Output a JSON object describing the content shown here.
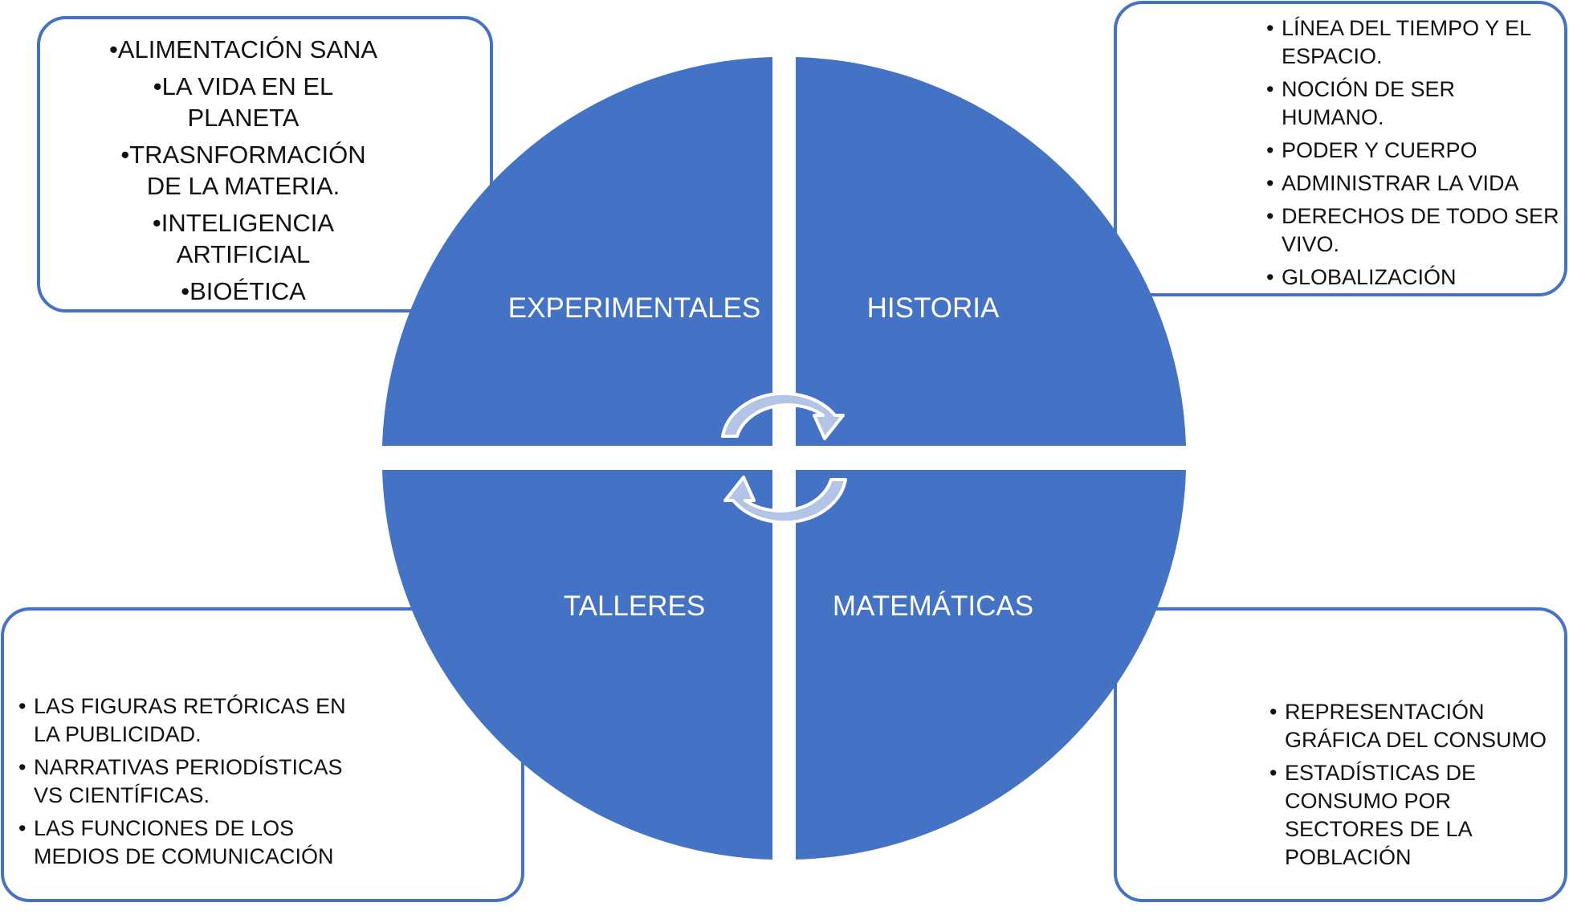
{
  "colors": {
    "quadrant_fill": "#4472c4",
    "box_border": "#4472c4",
    "arrow_fill": "#b4c4e6"
  },
  "quadrants": {
    "top_left": "EXPERIMENTALES",
    "top_right": "HISTORIA",
    "bottom_left": "TALLERES",
    "bottom_right": "MATEMÁTICAS"
  },
  "boxes": {
    "top_left": {
      "items": [
        "ALIMENTACIÓN SANA",
        "LA VIDA EN EL PLANETA",
        "TRASNFORMACIÓN DE LA MATERIA.",
        "INTELIGENCIA ARTIFICIAL",
        "BIOÉTICA"
      ]
    },
    "top_right": {
      "items": [
        "LÍNEA DEL TIEMPO Y EL ESPACIO.",
        "NOCIÓN DE SER HUMANO.",
        "PODER Y CUERPO",
        "ADMINISTRAR LA VIDA",
        "DERECHOS DE TODO SER VIVO.",
        "GLOBALIZACIÓN"
      ]
    },
    "bottom_left": {
      "items": [
        "LAS FIGURAS RETÓRICAS EN LA PUBLICIDAD.",
        "NARRATIVAS PERIODÍSTICAS VS CIENTÍFICAS.",
        "LAS FUNCIONES DE LOS MEDIOS DE COMUNICACIÓN"
      ]
    },
    "bottom_right": {
      "items": [
        "REPRESENTACIÓN GRÁFICA DEL CONSUMO",
        "ESTADÍSTICAS DE CONSUMO POR SECTORES DE LA POBLACIÓN"
      ]
    }
  }
}
